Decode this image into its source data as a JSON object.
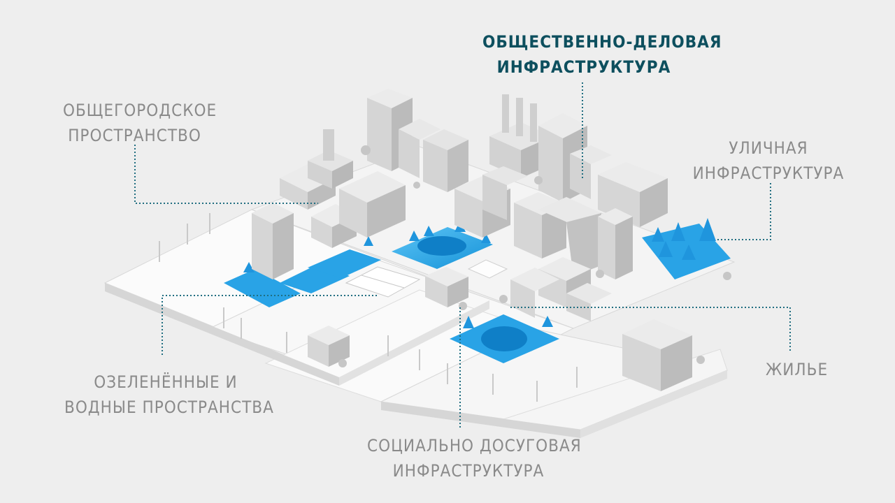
{
  "labels": {
    "business": {
      "line1": "ОБЩЕСТВЕННО-ДЕЛОВАЯ",
      "line2": "ИНФРАСТРУКТУРА"
    },
    "citywide": {
      "line1": "ОБЩЕГОРОДСКОЕ",
      "line2": "ПРОСТРАНСТВО"
    },
    "street": {
      "line1": "УЛИЧНАЯ",
      "line2": "ИНФРАСТРУКТУРА"
    },
    "green": {
      "line1": "ОЗЕЛЕНЁННЫЕ И",
      "line2": "ВОДНЫЕ ПРОСТРАНСТВА"
    },
    "housing": {
      "line1": "ЖИЛЬЕ"
    },
    "social": {
      "line1": "СОЦИАЛЬНО ДОСУГОВАЯ",
      "line2": "ИНФРАСТРУКТУРА"
    }
  },
  "colors": {
    "background": "#eeeeee",
    "label_text": "#8a8a8a",
    "label_primary": "#0d4f5e",
    "leader_line": "#1f6d80",
    "accent_blue": "#29a3e6"
  }
}
